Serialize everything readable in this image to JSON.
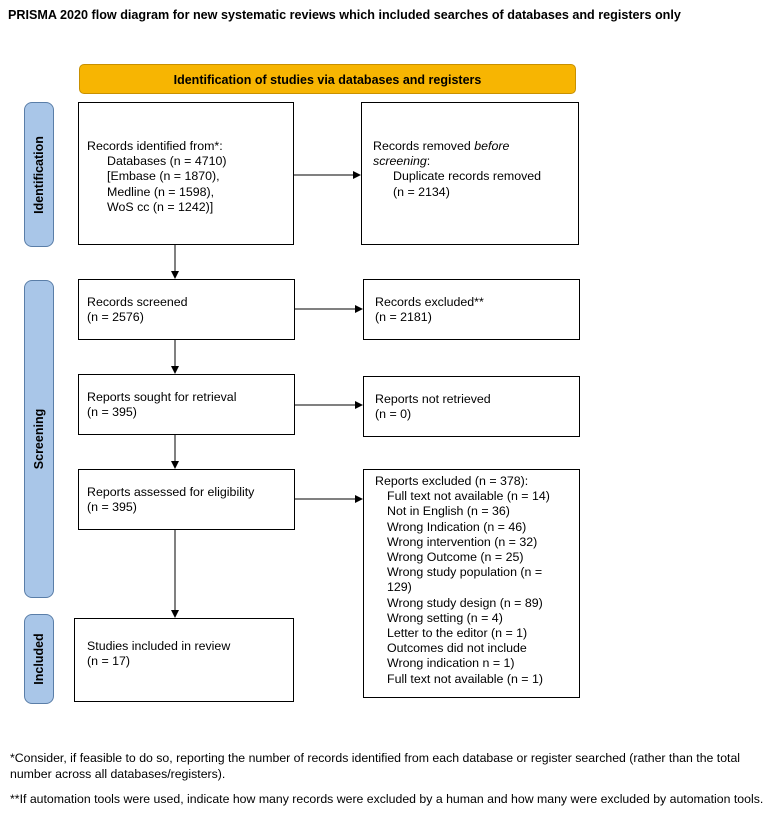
{
  "title": "PRISMA 2020 flow diagram for new systematic reviews which included searches of databases and registers only",
  "banner": "Identification of studies via databases and registers",
  "sections": {
    "identification": "Identification",
    "screening": "Screening",
    "included": "Included"
  },
  "records_identified": {
    "heading": "Records identified from*:",
    "databases": "Databases (n = 4710)",
    "embase": "[Embase (n = 1870),",
    "medline": "Medline (n = 1598),",
    "wos": "WoS cc (n = 1242)]"
  },
  "records_removed": {
    "heading_prefix": "Records removed ",
    "heading_emph": "before",
    "heading_line2_emph": "screening",
    "heading_line2_suffix": ":",
    "duplicates": "Duplicate records removed",
    "duplicates_n": "(n = 2134)"
  },
  "records_screened": {
    "label": "Records screened",
    "n": "(n = 2576)"
  },
  "records_excluded": {
    "label": "Records excluded**",
    "n": "(n = 2181)"
  },
  "reports_sought": {
    "label": "Reports sought for retrieval",
    "n": "(n = 395)"
  },
  "reports_not_retrieved": {
    "label": "Reports not retrieved",
    "n": "(n = 0)"
  },
  "reports_assessed": {
    "label": "Reports assessed for eligibility",
    "n": "(n = 395)"
  },
  "reports_excluded": {
    "heading": "Reports excluded (n = 378):",
    "reasons": [
      "Full text not available (n = 14)",
      "Not in English (n = 36)",
      "Wrong Indication (n = 46)",
      "Wrong intervention (n = 32)",
      "Wrong Outcome (n = 25)",
      "Wrong study population (n =",
      "129)",
      "Wrong study design (n = 89)",
      "Wrong setting (n = 4)",
      "Letter to the editor (n = 1)",
      "Outcomes did not include",
      "Wrong indication n = 1)",
      "Full text not available (n = 1)"
    ]
  },
  "studies_included": {
    "label": "Studies included in review",
    "n": "(n = 17)"
  },
  "footnotes": {
    "note1": "*Consider, if feasible to do so, reporting the number of records identified from each database or register searched (rather than the total number across all databases/registers).",
    "note2": "**If automation tools were used, indicate how many records were excluded by a human and how many were excluded by automation tools."
  }
}
